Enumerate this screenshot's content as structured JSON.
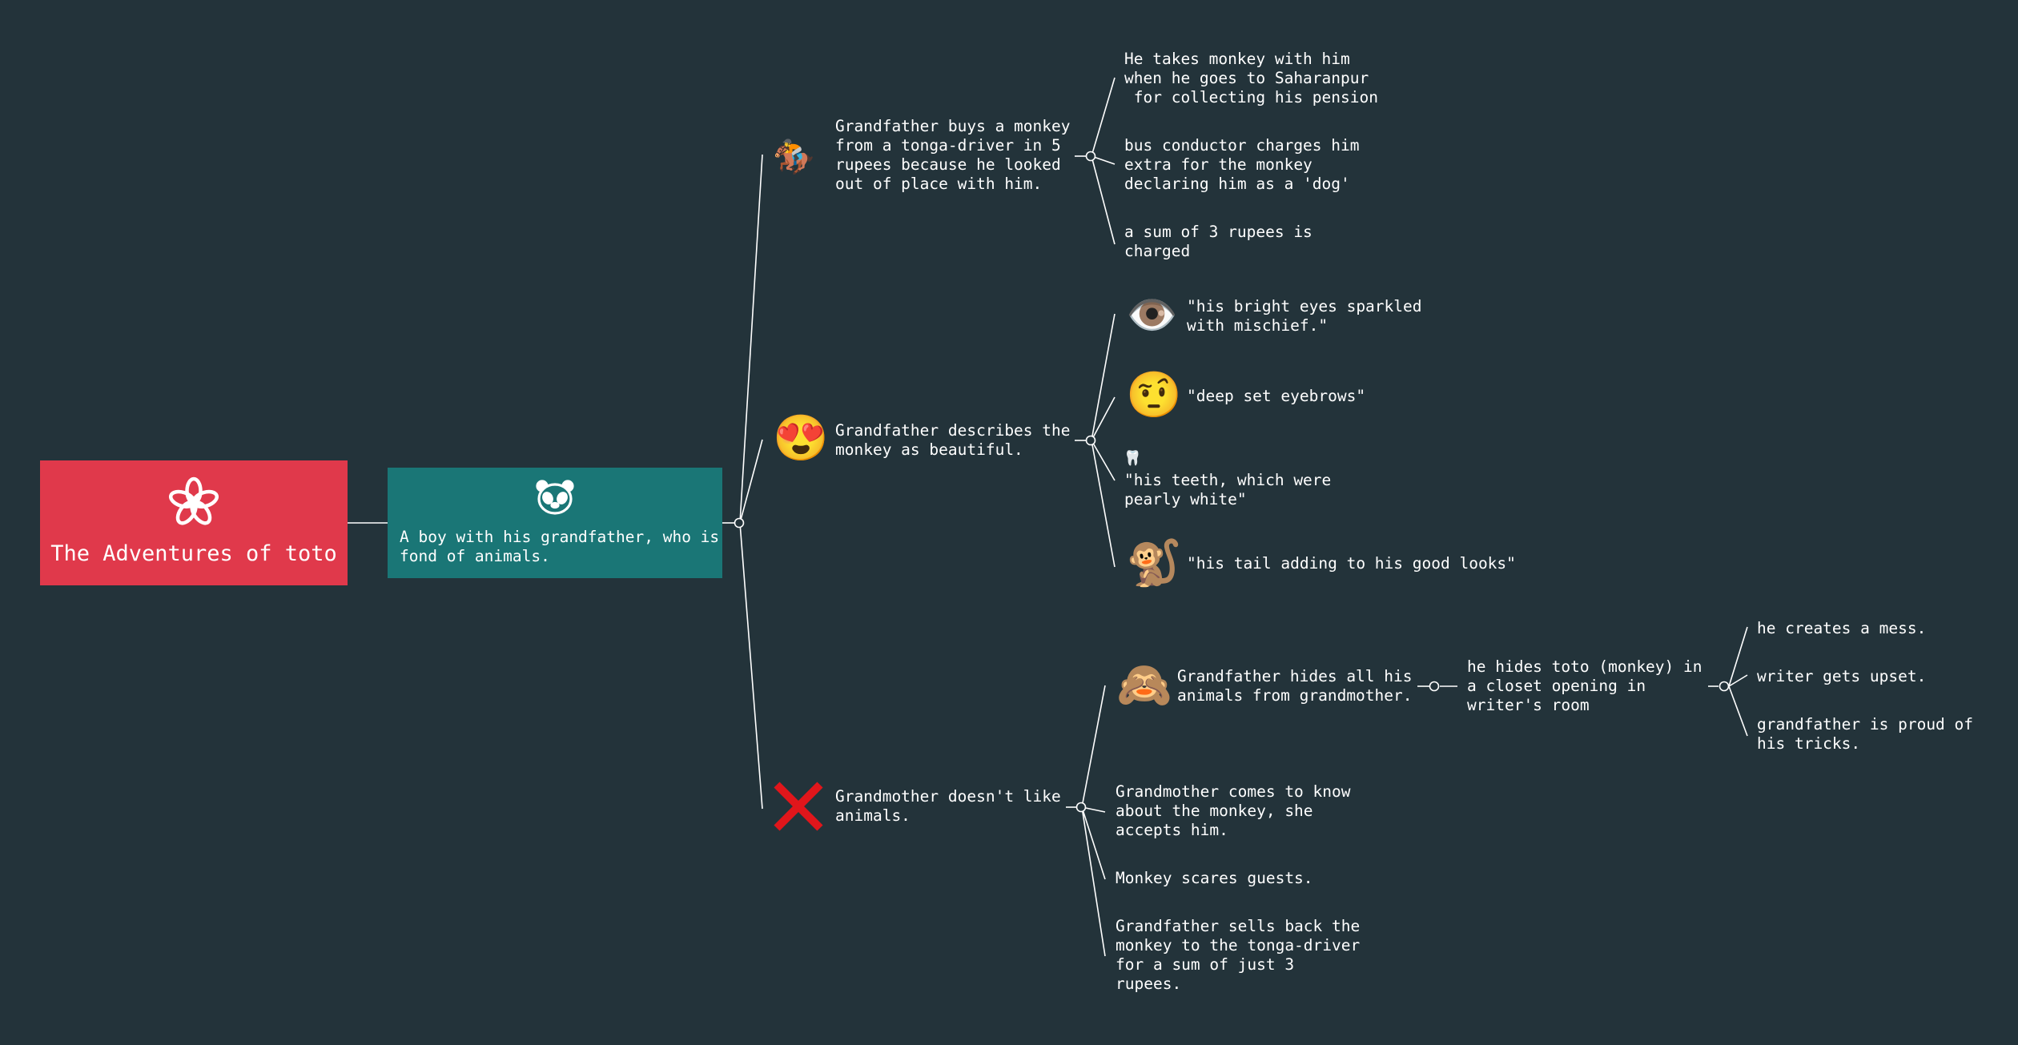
{
  "root": {
    "title": "The Adventures of toto",
    "icon": "flower-icon",
    "color": "#e0394b"
  },
  "main": {
    "text": "A boy with his grandfather, who is\nfond of animals.",
    "icon": "panda-icon",
    "color": "#1a7676"
  },
  "branches": [
    {
      "emoji": "🏇",
      "icon": "horse-racing-icon",
      "text": "Grandfather buys a monkey\nfrom a tonga-driver in 5\nrupees because he looked\nout of place with him.",
      "children": [
        {
          "text": "He takes monkey with him\nwhen he goes to Saharanpur\n for collecting his pension"
        },
        {
          "text": "bus conductor charges him\nextra for the monkey\ndeclaring him as a 'dog'"
        },
        {
          "text": "a sum of 3 rupees is\ncharged"
        }
      ]
    },
    {
      "emoji": "😍",
      "icon": "heart-eyes-icon",
      "text": "Grandfather describes the\nmonkey as beautiful.",
      "children": [
        {
          "emoji": "👁️",
          "icon": "eye-icon",
          "text": "\"his bright eyes sparkled\nwith mischief.\""
        },
        {
          "emoji": "🤨",
          "icon": "raised-eyebrow-icon",
          "text": "\"deep set eyebrows\""
        },
        {
          "emoji": "🦷",
          "icon": "tooth-icon",
          "text": "\"his teeth, which were\npearly white\""
        },
        {
          "emoji": "🐒",
          "icon": "monkey-icon",
          "text": "\"his tail adding to his good looks\""
        }
      ]
    },
    {
      "emoji": "❌",
      "icon": "cross-mark-icon",
      "text": "Grandmother doesn't like\nanimals.",
      "children": [
        {
          "emoji": "🙈",
          "icon": "see-no-evil-monkey-icon",
          "text": "Grandfather hides all his\nanimals from grandmother.",
          "child": {
            "text": "he hides toto (monkey) in\na closet opening in\nwriter's room",
            "children": [
              {
                "text": "he creates a mess."
              },
              {
                "text": "writer gets upset."
              },
              {
                "text": "grandfather is proud of\nhis tricks."
              }
            ]
          }
        },
        {
          "text": "Grandmother comes to know\nabout the monkey, she\naccepts him."
        },
        {
          "text": "Monkey scares guests."
        },
        {
          "text": "Grandfather sells back the\nmonkey to the tonga-driver\nfor a sum of just 3\nrupees."
        }
      ]
    }
  ]
}
